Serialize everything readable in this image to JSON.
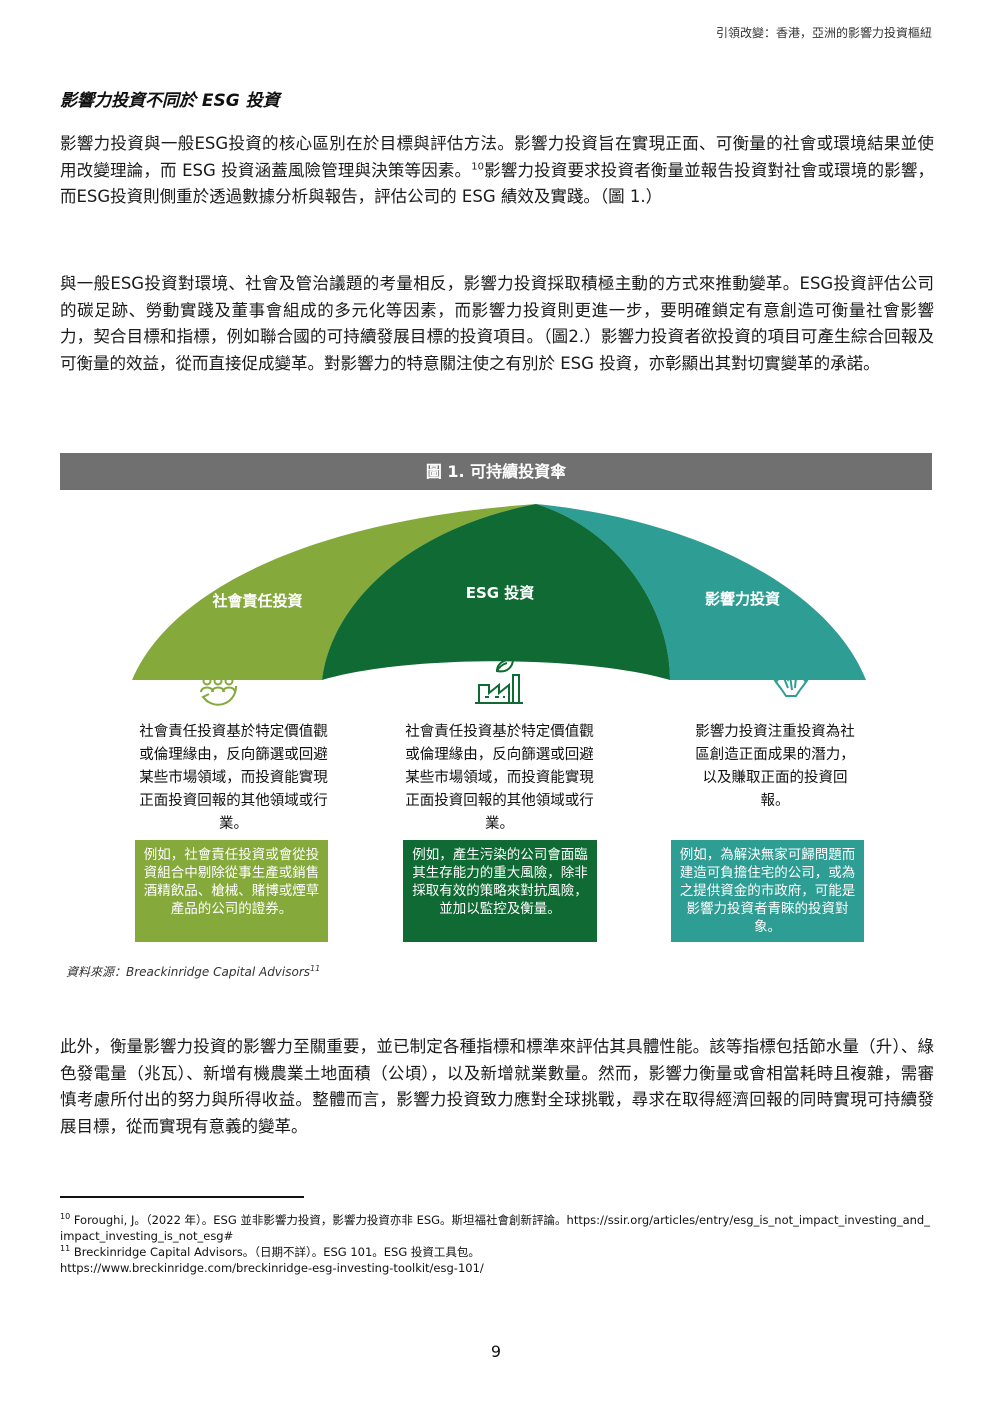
{
  "header": {
    "running_title": "引領改變：香港，亞洲的影響力投資樞紐"
  },
  "section": {
    "heading": "影響力投資不同於 ESG 投資"
  },
  "paragraphs": {
    "p1_before_ref": "影響力投資與一般ESG投資的核心區別在於目標與評估方法。影響力投資旨在實現正面、可衡量的社會或環境結果並使用改變理論，而 ESG 投資涵蓋風險管理與決策等因素。",
    "p1_ref": "10",
    "p1_after_ref": "影響力投資要求投資者衡量並報告投資對社會或環境的影響，而ESG投資則側重於透過數據分析與報告，評估公司的 ESG 績效及實踐。（圖 1.）",
    "p2": "與一般ESG投資對環境、社會及管治議題的考量相反，影響力投資採取積極主動的方式來推動變革。ESG投資評估公司的碳足跡、勞動實踐及董事會組成的多元化等因素，而影響力投資則更進一步，要明確鎖定有意創造可衡量社會影響力，契合目標和指標，例如聯合國的可持續發展目標的投資項目。（圖2.）影響力投資者欲投資的項目可產生綜合回報及可衡量的效益，從而直接促成變革。對影響力的特意關注使之有別於 ESG 投資，亦彰顯出其對切實變革的承諾。",
    "p3": "此外，衡量影響力投資的影響力至關重要，並已制定各種指標和標準來評估其具體性能。該等指標包括節水量（升）、綠色發電量（兆瓦）、新增有機農業土地面積（公頃），以及新增就業數量。然而，影響力衡量或會相當耗時且複雜，需審慎考慮所付出的努力與所得收益。整體而言，影響力投資致力應對全球挑戰，尋求在取得經濟回報的同時實現可持續發展目標，從而實現有意義的變革。"
  },
  "figure": {
    "title": "圖 1. 可持續投資傘",
    "colors": {
      "left": "#86a93c",
      "middle": "#0f6a33",
      "right": "#2e9e94",
      "title_bar": "#707070"
    },
    "columns": [
      {
        "label": "社會責任投資",
        "icon": "people-cycle-icon",
        "description": "社會責任投資基於特定價值觀或倫理緣由，反向篩選或回避某些市場領域，而投資能實現正面投資回報的其他領域或行業。",
        "example": "例如，社會責任投資或會從投資組合中剔除從事生產或銷售酒精飲品、槍械、賭博或煙草產品的公司的證券。"
      },
      {
        "label": "ESG 投資",
        "icon": "factory-leaf-icon",
        "description": "社會責任投資基於特定價值觀或倫理緣由，反向篩選或回避某些市場領域，而投資能實現正面投資回報的其他領域或行業。",
        "example": "例如，產生污染的公司會面臨其生存能力的重大風險，除非採取有效的策略來對抗風險，並加以監控及衡量。"
      },
      {
        "label": "影響力投資",
        "icon": "joined-hands-icon",
        "description": "影響力投資注重投資為社區創造正面成果的潛力，以及賺取正面的投資回報。",
        "example": "例如，為解決無家可歸問題而建造可負擔住宅的公司，或為之提供資金的市政府，可能是影響力投資者青睞的投資對象。"
      }
    ],
    "source": "資料來源：Breackinridge Capital Advisors",
    "source_ref": "11"
  },
  "footnotes": {
    "fn10_ref": "10",
    "fn10_text": "Foroughi, J。（2022 年）。ESG 並非影響力投資，影響力投資亦非 ESG。斯坦福社會創新評論。https://ssir.org/articles/entry/esg_is_not_impact_investing_and_impact_investing_is_not_esg#",
    "fn11_ref": "11",
    "fn11_text": "Breckinridge Capital Advisors。（日期不詳）。ESG 101。ESG 投資工具包。",
    "fn11_url": "https://www.breckinridge.com/breckinridge-esg-investing-toolkit/esg-101/"
  },
  "page_number": "9"
}
